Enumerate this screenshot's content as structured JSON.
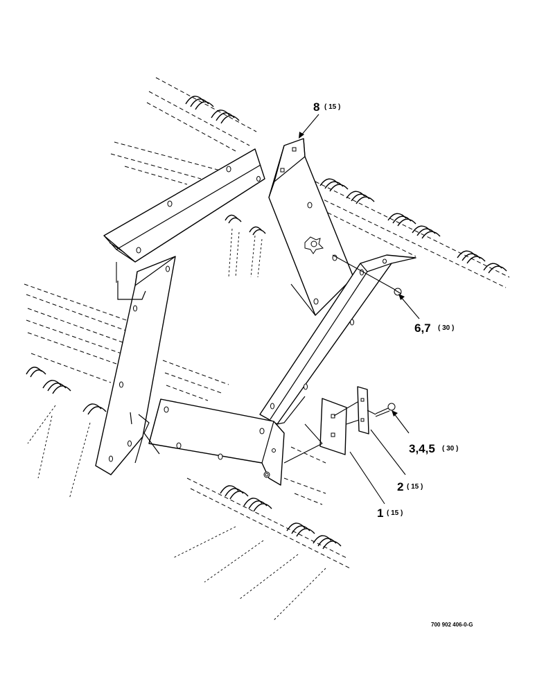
{
  "callouts": [
    {
      "id": "c8",
      "number": "8",
      "qty": "( 15 )"
    },
    {
      "id": "c67",
      "number": "6,7",
      "qty": "( 30 )"
    },
    {
      "id": "c345",
      "number": "3,4,5",
      "qty": "( 30 )"
    },
    {
      "id": "c2",
      "number": "2",
      "qty": "( 15 )"
    },
    {
      "id": "c1",
      "number": "1",
      "qty": "( 15 )"
    }
  ],
  "drawing_ref": "700 902 406-0-G"
}
